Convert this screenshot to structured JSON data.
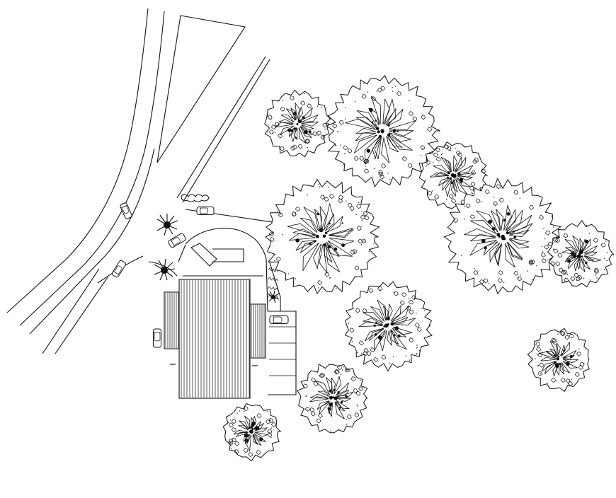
{
  "drawing": {
    "title": "",
    "colors": {
      "ink": "#111111",
      "paper": "#ffffff"
    },
    "icons": [
      "tree-canopy-icon",
      "car-icon",
      "palm-icon"
    ],
    "trees": [
      {
        "id": "tree-1"
      },
      {
        "id": "tree-2"
      },
      {
        "id": "tree-3"
      },
      {
        "id": "tree-4"
      },
      {
        "id": "tree-5"
      },
      {
        "id": "tree-6"
      },
      {
        "id": "tree-7"
      },
      {
        "id": "tree-8"
      },
      {
        "id": "tree-9"
      },
      {
        "id": "tree-10"
      },
      {
        "id": "tree-11"
      }
    ],
    "cars": [
      {
        "id": "car-road-upper"
      },
      {
        "id": "car-road-lower"
      },
      {
        "id": "car-drive"
      },
      {
        "id": "car-entry"
      },
      {
        "id": "car-west"
      },
      {
        "id": "car-parking"
      }
    ]
  }
}
